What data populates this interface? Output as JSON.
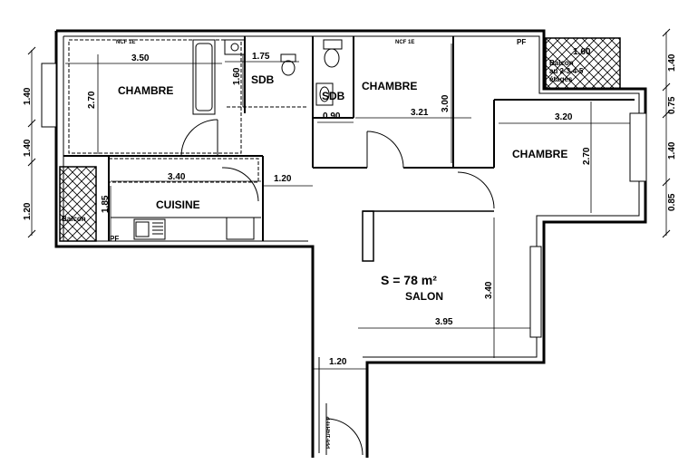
{
  "rooms": {
    "chambre_1": "CHAMBRE",
    "chambre_2": "CHAMBRE",
    "chambre_3": "CHAMBRE",
    "sdb_1": "SDB",
    "sdb_2": "SDB",
    "cuisine": "CUISINE",
    "salon_area": "S = 78 m²",
    "salon": "SALON"
  },
  "labels": {
    "ncf_1": "NCF 1E",
    "ncf_2": "NCF 1E",
    "pf_1": "PF",
    "pf_2": "PF",
    "balcon_left": "Balcon",
    "balcon_right_1": "Balcon",
    "balcon_right_2": "au 2-3-4-5",
    "balcon_right_3": "étages",
    "entry_door": "PPF1/4H+FP"
  },
  "dimensions": {
    "chambre1_width": "3.50",
    "chambre1_height": "2.70",
    "sdb1_width": "1.75",
    "sdb1_height": "1.60",
    "sdb2_width": "0.90",
    "chambre2_width": "3.21",
    "chambre2_height": "3.00",
    "balcon_right_width": "1.60",
    "chambre3_width": "3.20",
    "chambre3_height": "2.70",
    "cuisine_width": "3.40",
    "cuisine_height": "1.85",
    "corridor_width": "1.20",
    "salon_height": "3.40",
    "salon_width": "3.95",
    "entry_width": "1.20",
    "left_1": "1.40",
    "left_2": "1.40",
    "left_3": "1.20",
    "right_1": "1.40",
    "right_2": "0.75",
    "right_3": "1.40",
    "right_4": "0.85"
  }
}
